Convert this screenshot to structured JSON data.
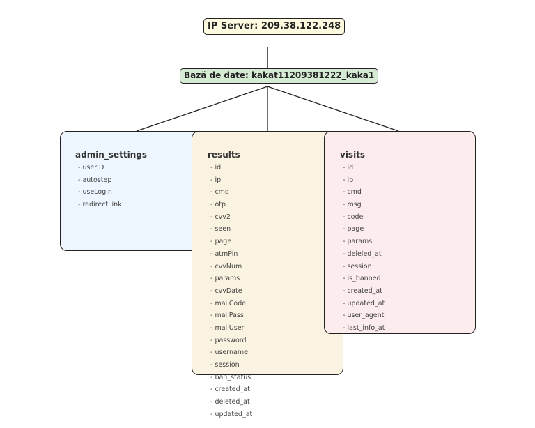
{
  "server": {
    "label": "IP Server: 209.38.122.248"
  },
  "database": {
    "label": "Bază de date: kakat11209381222_kaka1"
  },
  "tables": [
    {
      "name": "admin_settings",
      "fields": [
        "- userID",
        "- autostep",
        "- useLogin",
        "- redirectLink"
      ]
    },
    {
      "name": "results",
      "fields": [
        "- id",
        "- ip",
        "- cmd",
        "- otp",
        "- cvv2",
        "- seen",
        "- page",
        "- atmPin",
        "- cvvNum",
        "- params",
        "- cvvDate",
        "- mailCode",
        "- mailPass",
        "- mailUser",
        "- password",
        "- username",
        "- session",
        "- ban_status",
        "- created_at",
        "- deleted_at",
        "- updated_at"
      ]
    },
    {
      "name": "visits",
      "fields": [
        "- id",
        "- ip",
        "- cmd",
        "- msg",
        "- code",
        "- page",
        "- params",
        "- deleled_at",
        "- session",
        "- is_banned",
        "- created_at",
        "- updated_at",
        "- user_agent",
        "- last_info_at"
      ]
    }
  ],
  "colors": {
    "server_fill": "#fffbe0",
    "database_fill": "#d6ebd4",
    "admin_settings_fill": "#eef6ff",
    "results_fill": "#fbf3e1",
    "visits_fill": "#fdecee",
    "stroke": "#222222"
  }
}
